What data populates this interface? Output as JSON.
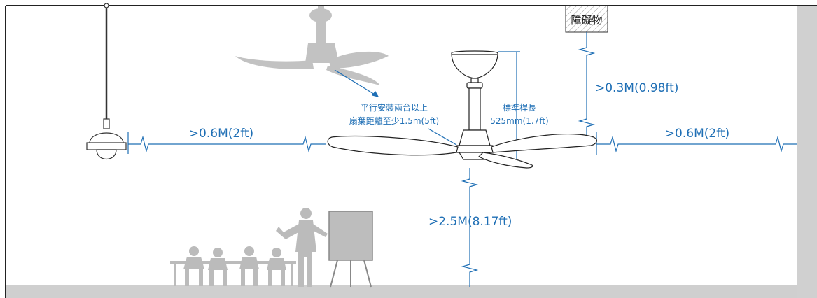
{
  "labels": {
    "obstacle": "障礙物",
    "clear_above": ">0.3M(0.98ft)",
    "clear_left": ">0.6M(2ft)",
    "clear_right": ">0.6M(2ft)",
    "clear_floor": ">2.5M(8.17ft)",
    "parallel_line1": "平行安裝兩台以上",
    "parallel_line2": "扇葉距離至少1.5m(5ft)",
    "rod_line1": "標準桿長",
    "rod_line2": "525mm(1.7ft)"
  },
  "colors": {
    "dimension": "#1f6fb5",
    "silhouette": "#bdbdbd",
    "floor": "#cfcfcf",
    "frame": "#222222"
  }
}
